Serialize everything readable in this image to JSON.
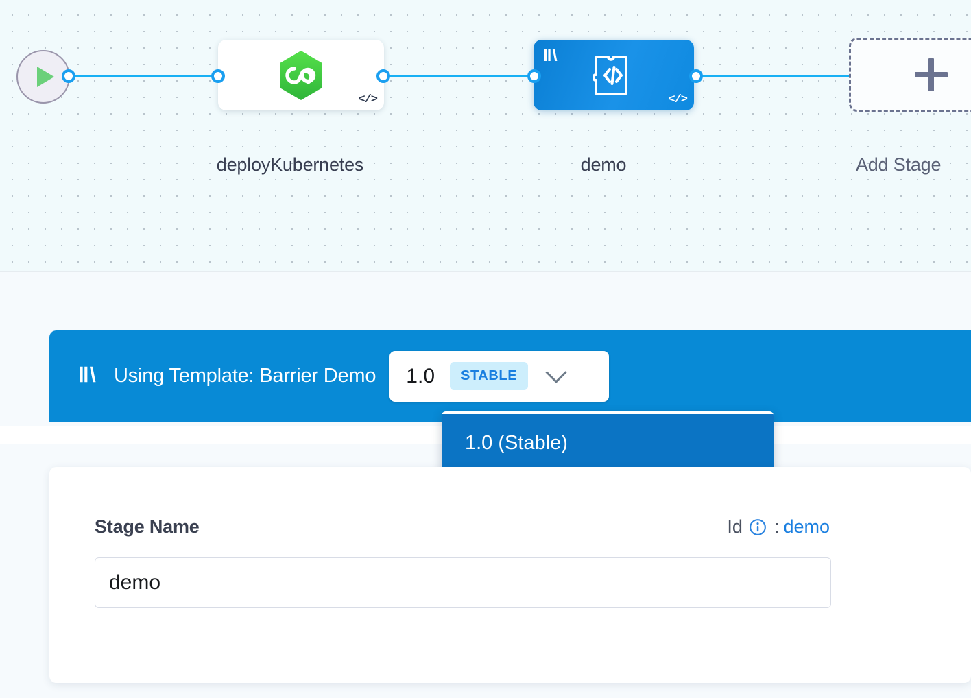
{
  "canvas": {
    "start_node": {
      "icon": "play-icon"
    },
    "nodes": [
      {
        "id": "deployKubernetes",
        "label": "deployKubernetes",
        "type": "white",
        "icon": "harness-deployment-hexagon-icon",
        "badge": "</>",
        "selected": false
      },
      {
        "id": "demo",
        "label": "demo",
        "type": "blue",
        "icon": "custom-stage-puzzle-icon",
        "template_icon": "template-library-icon",
        "badge": "</>",
        "selected": true
      }
    ],
    "add_stage": {
      "label": "Add Stage",
      "icon": "plus-icon"
    }
  },
  "template_banner": {
    "icon": "template-library-icon",
    "text": "Using Template: Barrier Demo",
    "version_selector": {
      "value": "1.0",
      "badge": "STABLE",
      "chevron": "chevron-down-icon",
      "expanded": true,
      "options": [
        {
          "label": "1.0 (Stable)",
          "selected": true
        }
      ]
    }
  },
  "form": {
    "stage_name_label": "Stage Name",
    "id_label": "Id",
    "id_info_icon": "info-icon",
    "id_separator": ":",
    "id_value": "demo",
    "stage_name_value": "demo",
    "stage_name_placeholder": "Stage Name"
  },
  "colors": {
    "accent_blue": "#088ad6",
    "node_blue": "#1a92e8",
    "wire_blue": "#18b0f4",
    "stable_badge_bg": "#cdeefc",
    "stable_badge_text": "#1a7fe0",
    "dropdown_selected": "#0b74c4",
    "canvas_bg": "#f1fafc",
    "green": "#4fcf45"
  }
}
